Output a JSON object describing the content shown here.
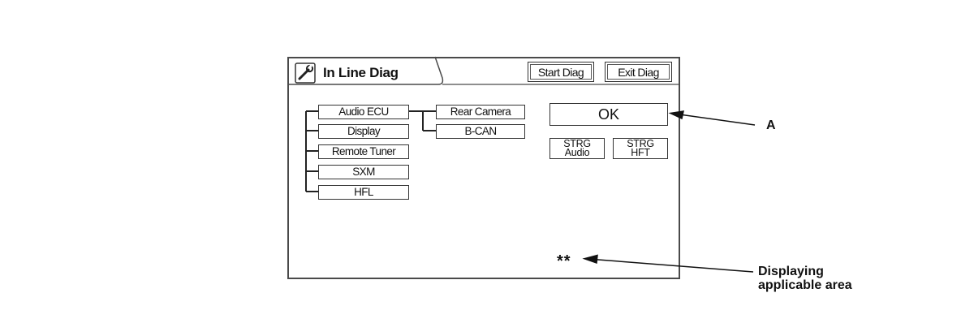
{
  "screen": {
    "title": "In Line Diag",
    "title_icon": "wrench-icon",
    "buttons": {
      "start": "Start Diag",
      "exit": "Exit Diag"
    }
  },
  "tree": {
    "column1": [
      "Audio ECU",
      "Display",
      "Remote Tuner",
      "SXM",
      "HFL"
    ],
    "column2": [
      "Rear Camera",
      "B-CAN"
    ]
  },
  "ok_button": {
    "label": "OK"
  },
  "strg_buttons": [
    {
      "line1": "STRG",
      "line2": "Audio"
    },
    {
      "line1": "STRG",
      "line2": "HFT"
    }
  ],
  "status": {
    "stars": "**"
  },
  "callouts": {
    "a": "A",
    "displaying_line1": "Displaying",
    "displaying_line2": "applicable area"
  }
}
